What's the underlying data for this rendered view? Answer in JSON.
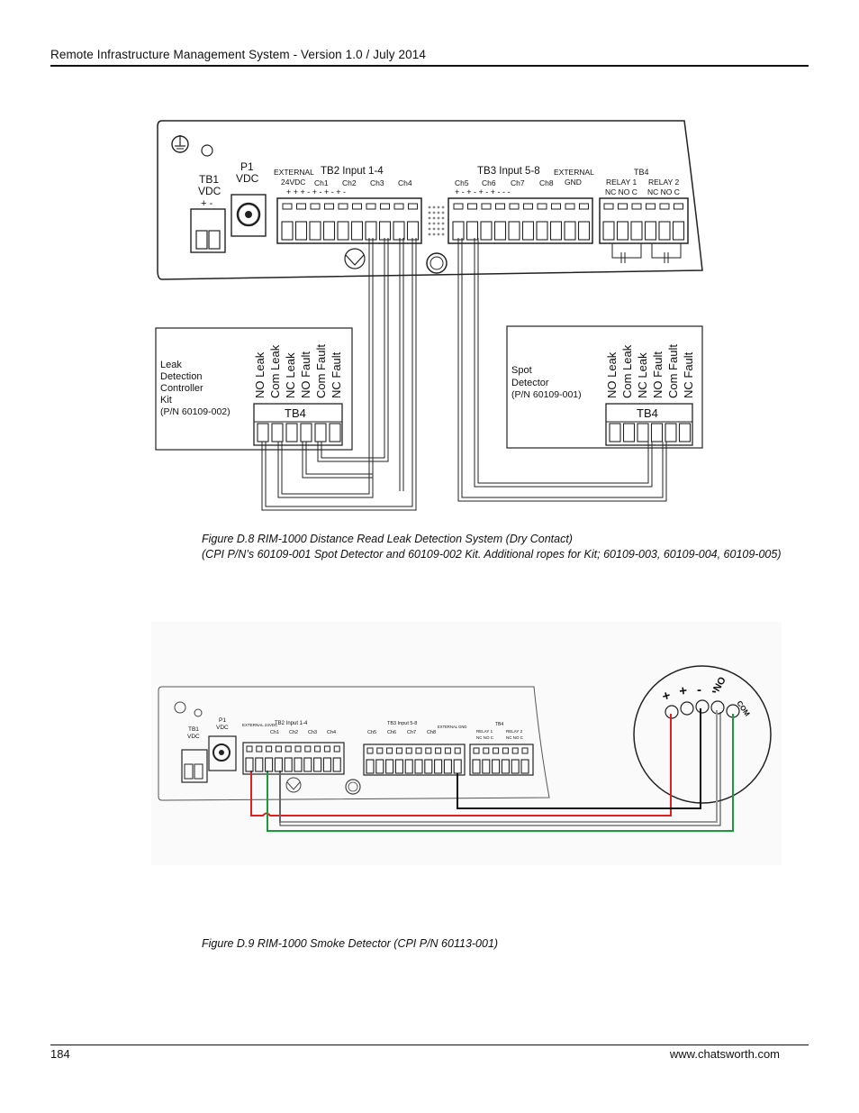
{
  "header": {
    "title": "Remote Infrastructure Management System - Version 1.0 / July 2014"
  },
  "footer": {
    "page_number": "184",
    "website": "www.chatsworth.com"
  },
  "figure_d8": {
    "caption_line1": "Figure D.8    RIM-1000 Distance Read Leak Detection System (Dry Contact)",
    "caption_line2": "(CPI P/N’s 60109-001 Spot Detector and 60109-002 Kit.  Additional ropes for Kit; 60109-003, 60109-004, 60109-005)",
    "device": {
      "tb1_label": "TB1",
      "tb1_vdc": "VDC",
      "tb1_polarity": "+  -",
      "p1_label": "P1",
      "p1_vdc": "VDC",
      "external_24vdc_label": "EXTERNAL",
      "external_24vdc_value": "24VDC",
      "tb2_label": "TB2 Input 1-4",
      "tb2_channels": [
        "Ch1",
        "Ch2",
        "Ch3",
        "Ch4"
      ],
      "tb3_label": "TB3 Input 5-8",
      "tb3_channels": [
        "Ch5",
        "Ch6",
        "Ch7",
        "Ch8"
      ],
      "external_gnd_label": "EXTERNAL",
      "external_gnd_value": "GND",
      "tb4_label": "TB4",
      "relay1_label": "RELAY 1",
      "relay2_label": "RELAY 2",
      "relay_contacts": "NC NO C"
    },
    "leak_kit": {
      "name_lines": [
        "Leak",
        "Detection",
        "Controller",
        "Kit",
        "(P/N 60109-002)"
      ],
      "terminals": [
        "NO Leak",
        "Com Leak",
        "NC Leak",
        "NO Fault",
        "Com Fault",
        "NC Fault"
      ],
      "tb_label": "TB4"
    },
    "spot_detector": {
      "name_lines": [
        "Spot",
        "Detector",
        "(P/N 60109-001)"
      ],
      "terminals": [
        "NO Leak",
        "Com Leak",
        "NC Leak",
        "NO Fault",
        "Com Fault",
        "NC Fault"
      ],
      "tb_label": "TB4"
    }
  },
  "figure_d9": {
    "caption": "Figure D.9   RIM-1000 Smoke Detector  (CPI P/N 60113-001)",
    "device": {
      "tb1_label": "TB1",
      "tb1_vdc": "VDC",
      "p1_label": "P1",
      "p1_vdc": "VDC",
      "external_24vdc": "EXTERNAL 24VDC",
      "tb2_label": "TB2 Input 1-4",
      "tb2_channels": [
        "Ch1",
        "Ch2",
        "Ch3",
        "Ch4"
      ],
      "tb3_label": "TB3 Input 5-8",
      "tb3_channels": [
        "Ch5",
        "Ch6",
        "Ch7",
        "Ch8"
      ],
      "external_gnd": "EXTERNAL GND",
      "tb4_label": "TB4",
      "relay1_label": "RELAY 1",
      "relay2_label": "RELAY 2",
      "relay_contacts": "NC NO C"
    },
    "smoke_detector": {
      "terminals": [
        "+",
        "+",
        "-",
        "-",
        "NO",
        "COM"
      ]
    },
    "wire_colors": {
      "positive": "#e02020",
      "negative": "#111111",
      "signal_com": "#1a9a3a",
      "no": "#888888"
    }
  }
}
